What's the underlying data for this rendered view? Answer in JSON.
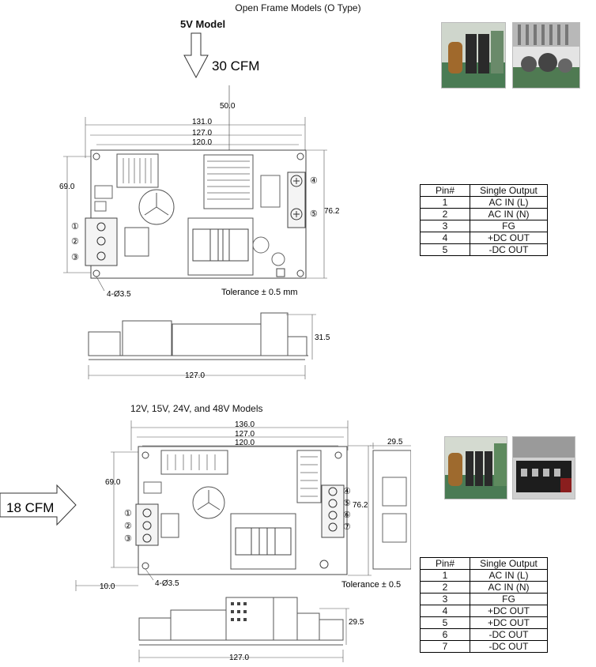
{
  "page_title": "Open Frame Models (O Type)",
  "model_5v": {
    "label": "5V Model",
    "airflow": "30 CFM",
    "dims": {
      "top_clearance": "50.0",
      "w1": "131.0",
      "w2": "127.0",
      "w3": "120.0",
      "h1": "69.0",
      "h2": "76.2",
      "holes": "4-Ø3.5",
      "side_h": "31.5",
      "side_w": "127.0"
    },
    "tolerance": "Tolerance ± 0.5 mm",
    "pins_labels": [
      "①",
      "②",
      "③",
      "④",
      "⑤"
    ],
    "pin_table": {
      "headers": [
        "Pin#",
        "Single Output"
      ],
      "rows": [
        [
          "1",
          "AC IN (L)"
        ],
        [
          "2",
          "AC IN (N)"
        ],
        [
          "3",
          "FG"
        ],
        [
          "4",
          "+DC OUT"
        ],
        [
          "5",
          "-DC OUT"
        ]
      ]
    }
  },
  "model_multi": {
    "label": "12V, 15V, 24V, and 48V Models",
    "airflow": "18 CFM",
    "dims": {
      "w1": "136.0",
      "w2": "127.0",
      "w3": "120.0",
      "depth": "29.5",
      "h1": "69.0",
      "h2": "76.2",
      "side_clearance": "10.0",
      "holes": "4-Ø3.5",
      "side_h": "29.5",
      "side_w": "127.0"
    },
    "tolerance": "Tolerance ± 0.5",
    "pins_labels": [
      "①",
      "②",
      "③",
      "④",
      "⑤",
      "⑥",
      "⑦"
    ],
    "pin_table": {
      "headers": [
        "Pin#",
        "Single Output"
      ],
      "rows": [
        [
          "1",
          "AC IN (L)"
        ],
        [
          "2",
          "AC IN (N)"
        ],
        [
          "3",
          "FG"
        ],
        [
          "4",
          "+DC OUT"
        ],
        [
          "5",
          "+DC OUT"
        ],
        [
          "6",
          "-DC OUT"
        ],
        [
          "7",
          "-DC OUT"
        ]
      ]
    }
  }
}
